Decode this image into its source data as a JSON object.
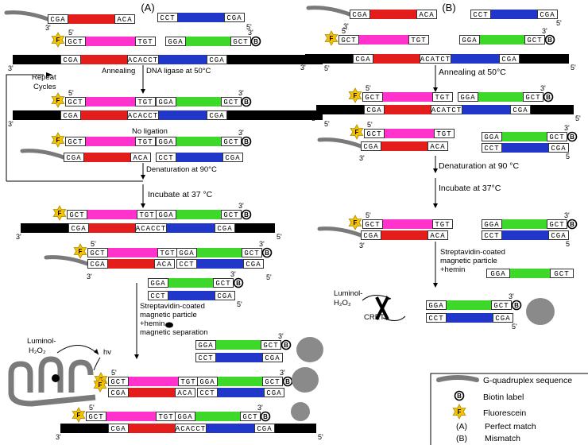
{
  "panels": {
    "A": "(A)",
    "B": "(B)"
  },
  "seq": {
    "CGA": "CGA",
    "ACA": "ACA",
    "CCT": "CCT",
    "GCT": "GCT",
    "TGT": "TGT",
    "GGA": "GGA",
    "ACACCT": "ACACCT",
    "ACATCT": "ACATCT",
    "GTGGA": "TGT GGA"
  },
  "ends": {
    "three": "3'",
    "five": "5'",
    "five_plain": "5"
  },
  "badges": {
    "biotin": "B",
    "fluor": "F"
  },
  "steps_A": {
    "repeat": "Repeat",
    "cycles": "Cycles",
    "annealing": "Annealing",
    "ligase": "DNA ligase at 50°C",
    "no_ligation": "No ligation",
    "denature": "Denaturation at 90°C",
    "incubate": "Incubate at 37 °C",
    "strep1": "Streptavidin-coated",
    "strep2": "magnetic particle",
    "strep3": "+hemin",
    "strep4": "magnetic separation",
    "luminol": "Luminol-",
    "h2o2": "H₂O₂",
    "hv": "hv"
  },
  "steps_B": {
    "annealing": "Annealing at 50°C",
    "denature": "Denaturation at 90 °C",
    "incubate": "Incubate at 37°C",
    "strep1": "Streptavidin-coated",
    "strep2": "magnetic particle",
    "strep3": "+hemin",
    "luminol": "Luminol-",
    "h2o2": "H₂O₂",
    "cret": "CRET"
  },
  "legend": {
    "gquad": "G-quadruplex sequence",
    "biotin": "Biotin label",
    "fluor": "Fluorescein",
    "a_key": "(A)",
    "a_text": "Perfect match",
    "b_key": "(B)",
    "b_text": "Mismatch"
  },
  "colors": {
    "red": "#e31c1c",
    "magenta": "#ff33cc",
    "blue": "#2137c9",
    "green": "#3ed82b",
    "black": "#000000",
    "gray": "#7a7a7a",
    "star": "#f5c400",
    "particle": "#8a8a8a"
  }
}
